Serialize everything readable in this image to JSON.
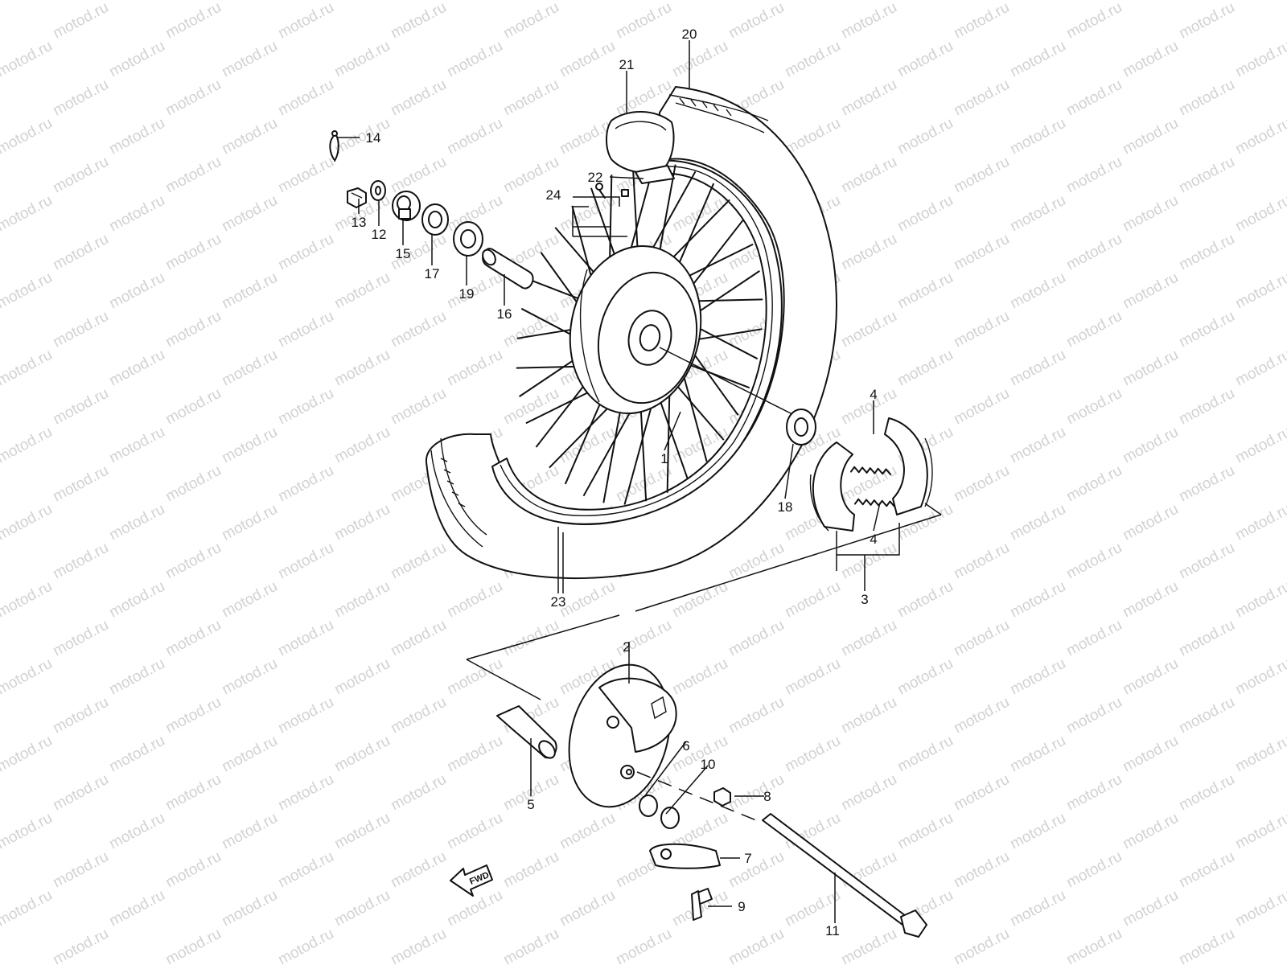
{
  "watermark": "motod.ru",
  "fwd_label": "FWD",
  "callouts": [
    {
      "id": "1",
      "label": "1"
    },
    {
      "id": "2",
      "label": "2"
    },
    {
      "id": "3",
      "label": "3"
    },
    {
      "id": "4a",
      "label": "4"
    },
    {
      "id": "4b",
      "label": "4"
    },
    {
      "id": "5",
      "label": "5"
    },
    {
      "id": "6",
      "label": "6"
    },
    {
      "id": "7",
      "label": "7"
    },
    {
      "id": "8",
      "label": "8"
    },
    {
      "id": "9",
      "label": "9"
    },
    {
      "id": "10",
      "label": "10"
    },
    {
      "id": "11",
      "label": "11"
    },
    {
      "id": "12",
      "label": "12"
    },
    {
      "id": "13",
      "label": "13"
    },
    {
      "id": "14",
      "label": "14"
    },
    {
      "id": "15",
      "label": "15"
    },
    {
      "id": "16",
      "label": "16"
    },
    {
      "id": "17",
      "label": "17"
    },
    {
      "id": "18",
      "label": "18"
    },
    {
      "id": "19",
      "label": "19"
    },
    {
      "id": "20",
      "label": "20"
    },
    {
      "id": "21",
      "label": "21"
    },
    {
      "id": "22",
      "label": "22"
    },
    {
      "id": "23",
      "label": "23"
    },
    {
      "id": "24",
      "label": "24"
    }
  ]
}
